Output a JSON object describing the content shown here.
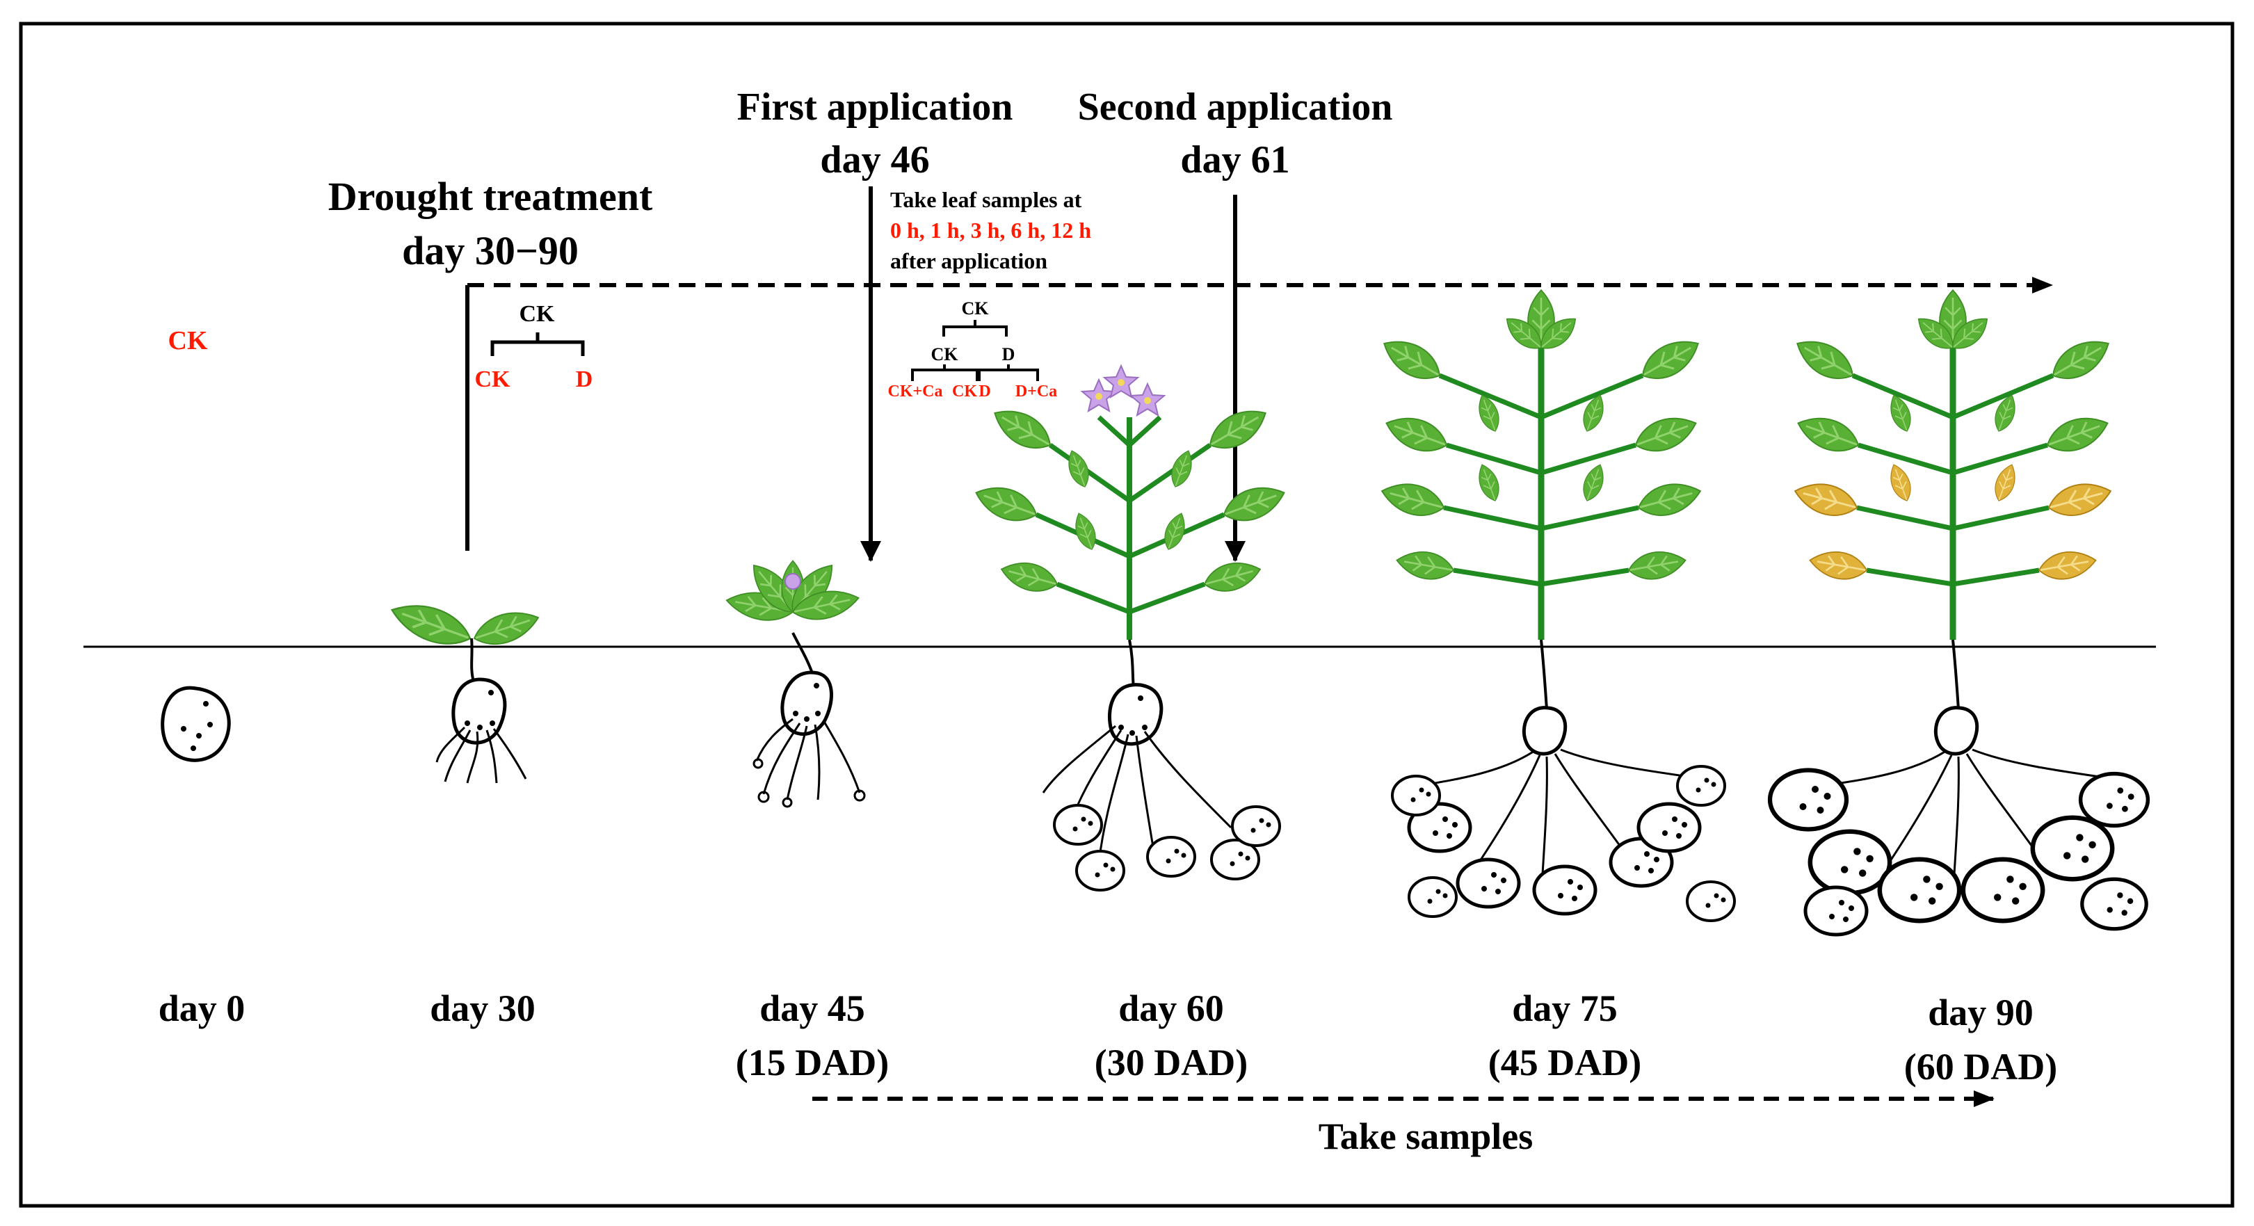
{
  "drought": {
    "title": "Drought treatment",
    "days": "day 30−90"
  },
  "first_application": {
    "title": "First application",
    "day": "day 46"
  },
  "second_application": {
    "title": "Second application",
    "day": "day 61"
  },
  "leaf_sampling": {
    "line1": "Take leaf samples at",
    "times": "0 h, 1 h, 3 h, 6 h, 12 h",
    "line3": "after application"
  },
  "groups": {
    "start": "CK",
    "split1_parent": "CK",
    "split1_children": [
      "CK",
      "D"
    ],
    "split2_top": "CK",
    "split2_mid": [
      "CK",
      "D"
    ],
    "split2_children": [
      "CK+Ca",
      "CK",
      "D",
      "D+Ca"
    ]
  },
  "timeline": [
    {
      "day": "day 0",
      "dad": ""
    },
    {
      "day": "day 30",
      "dad": ""
    },
    {
      "day": "day 45",
      "dad": "(15 DAD)"
    },
    {
      "day": "day 60",
      "dad": "(30 DAD)"
    },
    {
      "day": "day 75",
      "dad": "(45 DAD)"
    },
    {
      "day": "day 90",
      "dad": "(60 DAD)"
    }
  ],
  "take_samples": "Take samples",
  "colors": {
    "red_text": "#ff1a00",
    "leaf_green": "#58b035",
    "stem_green": "#1f8a1f",
    "senescent_leaf": "#d9a520",
    "flower": "#c9a2e8"
  },
  "icons": [
    "potato-tuber-icon",
    "potato-plant-icon",
    "flower-icon",
    "arrow-down-icon",
    "dashed-arrow-icon"
  ]
}
